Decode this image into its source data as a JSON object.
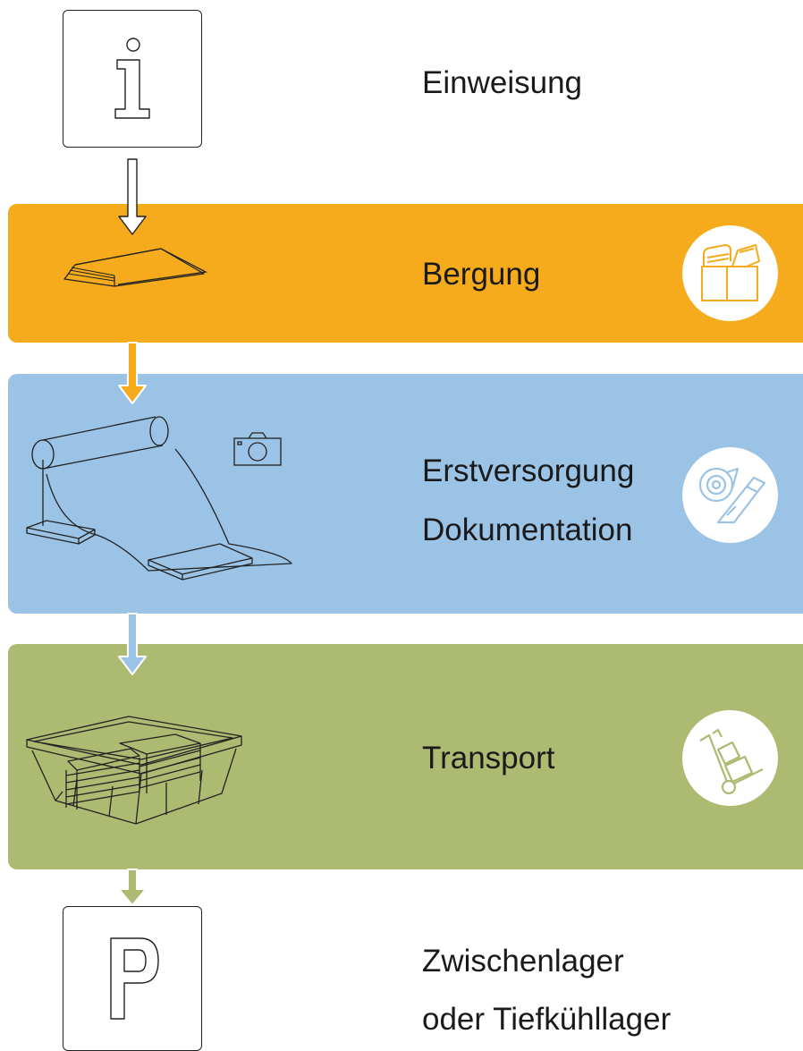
{
  "steps": {
    "einweisung": {
      "label": "Einweisung",
      "icon": "info-icon"
    },
    "bergung": {
      "label": "Bergung",
      "color": "#f5ab1b",
      "icon": "boxes-icon",
      "illustration": "book-icon"
    },
    "erstversorgung": {
      "label_1": "Erstversorgung",
      "label_2": "Dokumentation",
      "color": "#9bc3e5",
      "icon": "tape-cutter-icon",
      "illustration": "roll-sheet-icon",
      "extra_icon": "camera-icon"
    },
    "transport": {
      "label": "Transport",
      "color": "#adbb72",
      "icon": "hand-truck-icon",
      "illustration": "crate-icon"
    },
    "lager": {
      "label_1": "Zwischenlager",
      "label_2": "oder Tiefkühllager",
      "icon": "parking-icon"
    }
  }
}
